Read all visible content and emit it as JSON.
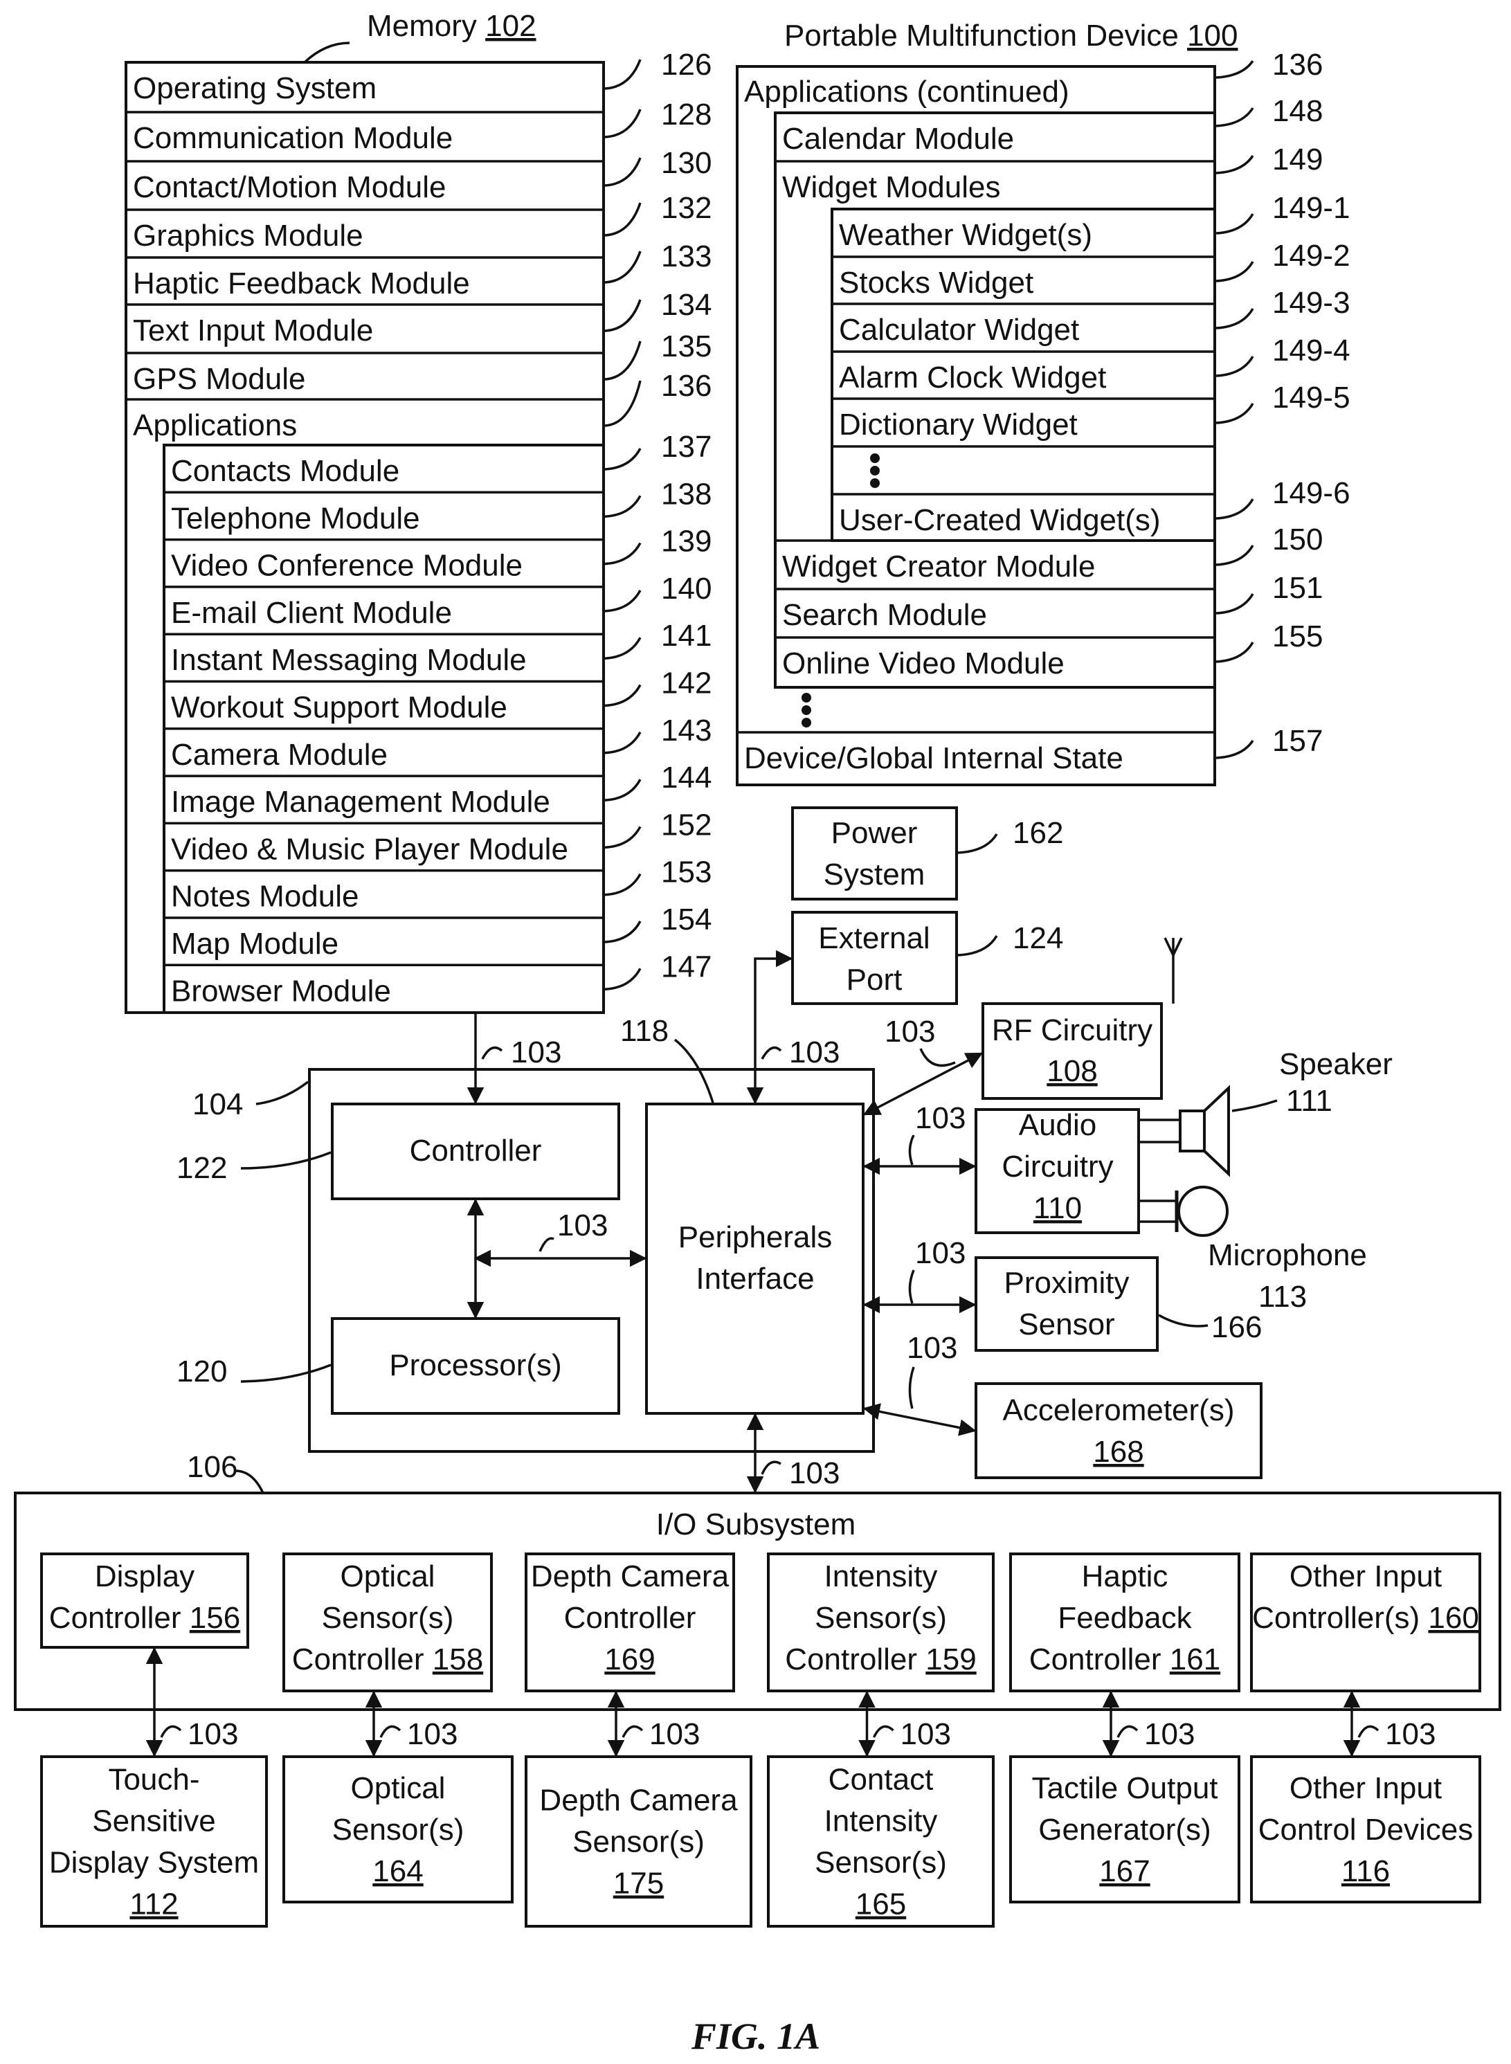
{
  "memory": {
    "title": "Memory",
    "ref": "102",
    "rows": [
      {
        "label": "Operating System",
        "ref": "126"
      },
      {
        "label": "Communication Module",
        "ref": "128"
      },
      {
        "label": "Contact/Motion Module",
        "ref": "130"
      },
      {
        "label": "Graphics Module",
        "ref": "132"
      },
      {
        "label": "Haptic Feedback Module",
        "ref": "133"
      },
      {
        "label": "Text Input Module",
        "ref": "134"
      },
      {
        "label": "GPS Module",
        "ref": "135"
      },
      {
        "label": "Applications",
        "ref": "136"
      }
    ],
    "apps": [
      {
        "label": "Contacts Module",
        "ref": "137"
      },
      {
        "label": "Telephone Module",
        "ref": "138"
      },
      {
        "label": "Video Conference Module",
        "ref": "139"
      },
      {
        "label": "E-mail Client Module",
        "ref": "140"
      },
      {
        "label": "Instant Messaging Module",
        "ref": "141"
      },
      {
        "label": "Workout Support Module",
        "ref": "142"
      },
      {
        "label": "Camera Module",
        "ref": "143"
      },
      {
        "label": "Image Management Module",
        "ref": "144"
      },
      {
        "label": "Video & Music Player Module",
        "ref": "152"
      },
      {
        "label": "Notes Module",
        "ref": "153"
      },
      {
        "label": "Map Module",
        "ref": "154"
      },
      {
        "label": "Browser Module",
        "ref": "147"
      }
    ]
  },
  "device": {
    "title": "Portable Multifunction Device",
    "ref": "100",
    "apps_continued": {
      "label": "Applications (continued)",
      "ref": "136"
    },
    "calendar": {
      "label": "Calendar Module",
      "ref": "148"
    },
    "widgets": {
      "label": "Widget Modules",
      "ref": "149"
    },
    "widget_items": [
      {
        "label": "Weather Widget(s)",
        "ref": "149-1"
      },
      {
        "label": "Stocks Widget",
        "ref": "149-2"
      },
      {
        "label": "Calculator Widget",
        "ref": "149-3"
      },
      {
        "label": "Alarm Clock Widget",
        "ref": "149-4"
      },
      {
        "label": "Dictionary Widget",
        "ref": "149-5"
      },
      {
        "label": "User-Created Widget(s)",
        "ref": "149-6"
      }
    ],
    "more_modules": [
      {
        "label": "Widget Creator Module",
        "ref": "150"
      },
      {
        "label": "Search Module",
        "ref": "151"
      },
      {
        "label": "Online Video Module",
        "ref": "155"
      }
    ],
    "state": {
      "label": "Device/Global Internal State",
      "ref": "157"
    }
  },
  "power": {
    "line1": "Power",
    "line2": "System",
    "ref": "162"
  },
  "external_port": {
    "line1": "External",
    "line2": "Port",
    "ref": "124"
  },
  "rf": {
    "line1": "RF Circuitry",
    "num": "108"
  },
  "audio": {
    "line1": "Audio",
    "line2": "Circuitry",
    "num": "110"
  },
  "speaker": {
    "label": "Speaker",
    "ref": "111"
  },
  "microphone": {
    "label": "Microphone",
    "ref": "113"
  },
  "proximity": {
    "line1": "Proximity",
    "line2": "Sensor",
    "ref": "166"
  },
  "accelerometer": {
    "line1": "Accelerometer(s)",
    "num": "168"
  },
  "controller_block": {
    "ref": "104"
  },
  "controller": {
    "label": "Controller",
    "ref": "122"
  },
  "processor": {
    "label": "Processor(s)",
    "ref": "120"
  },
  "peripherals": {
    "line1": "Peripherals",
    "line2": "Interface",
    "ref": "118"
  },
  "bus": "103",
  "io": {
    "title": "I/O Subsystem",
    "ref": "106",
    "controllers": [
      {
        "lines": [
          "Display",
          "Controller"
        ],
        "num": "156"
      },
      {
        "lines": [
          "Optical",
          "Sensor(s)",
          "Controller"
        ],
        "num": "158"
      },
      {
        "lines": [
          "Depth Camera",
          "Controller"
        ],
        "num": "169"
      },
      {
        "lines": [
          "Intensity",
          "Sensor(s)",
          "Controller"
        ],
        "num": "159"
      },
      {
        "lines": [
          "Haptic",
          "Feedback",
          "Controller"
        ],
        "num": "161"
      },
      {
        "lines": [
          "Other Input",
          "Controller(s)"
        ],
        "num": "160"
      }
    ],
    "devices": [
      {
        "lines": [
          "Touch-",
          "Sensitive",
          "Display System"
        ],
        "num": "112"
      },
      {
        "lines": [
          "Optical",
          "Sensor(s)"
        ],
        "num": "164"
      },
      {
        "lines": [
          "Depth Camera",
          "Sensor(s)"
        ],
        "num": "175"
      },
      {
        "lines": [
          "Contact",
          "Intensity",
          "Sensor(s)"
        ],
        "num": "165"
      },
      {
        "lines": [
          "Tactile Output",
          "Generator(s)"
        ],
        "num": "167"
      },
      {
        "lines": [
          "Other Input",
          "Control Devices"
        ],
        "num": "116"
      }
    ]
  },
  "figure": "FIG. 1A"
}
